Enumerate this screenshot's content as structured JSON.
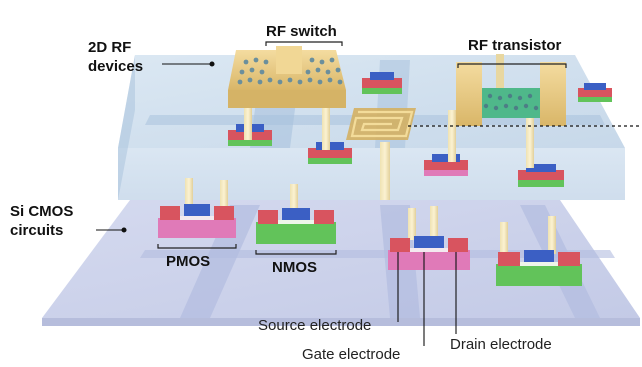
{
  "labels": {
    "rf_devices_line1": "2D RF",
    "rf_devices_line2": "devices",
    "rf_switch": "RF switch",
    "rf_transistor": "RF transistor",
    "si_cmos_line1": "Si CMOS",
    "si_cmos_line2": "circuits",
    "pmos": "PMOS",
    "nmos": "NMOS",
    "source_electrode": "Source electrode",
    "gate_electrode": "Gate electrode",
    "drain_electrode": "Drain electrode"
  },
  "colors": {
    "upper_layer": "#bcd3e8",
    "lower_layer": "#c5cce6",
    "gold": "#e8c97c",
    "source_drain": "#d8545f",
    "gate": "#3b5fc4",
    "pmos_body": "#e07ab8",
    "nmos_body": "#62c35a",
    "via": "#f0e3b0"
  }
}
